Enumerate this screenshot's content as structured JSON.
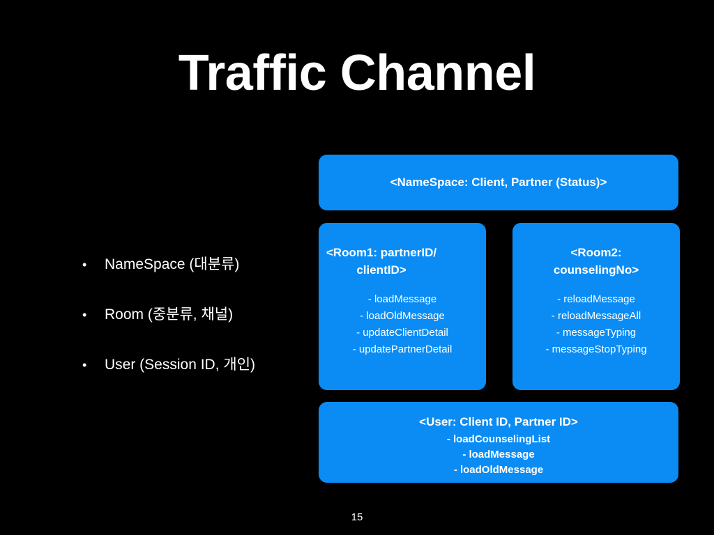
{
  "title": "Traffic Channel",
  "bullets": [
    "NameSpace (대분류)",
    "Room (중분류, 채널)",
    "User (Session ID, 개인)"
  ],
  "bullet_glyph": "•",
  "namespace_box": {
    "label": "<NameSpace: Client, Partner (Status)>"
  },
  "room1": {
    "label_line1": "<Room1: partnerID/",
    "label_line2": "clientID>",
    "methods": [
      "- loadMessage",
      "- loadOldMessage",
      "- updateClientDetail",
      "- updatePartnerDetail"
    ]
  },
  "room2": {
    "label_line1": "<Room2:",
    "label_line2": "counselingNo>",
    "methods": [
      "- reloadMessage",
      "- reloadMessageAll",
      "- messageTyping",
      "- messageStopTyping"
    ]
  },
  "user_box": {
    "label": "<User: Client ID, Partner ID>",
    "methods": [
      "- loadCounselingList",
      "- loadMessage",
      "- loadOldMessage"
    ]
  },
  "page_number": "15",
  "colors": {
    "background": "#000000",
    "box": "#0b8cf4",
    "text": "#ffffff"
  }
}
